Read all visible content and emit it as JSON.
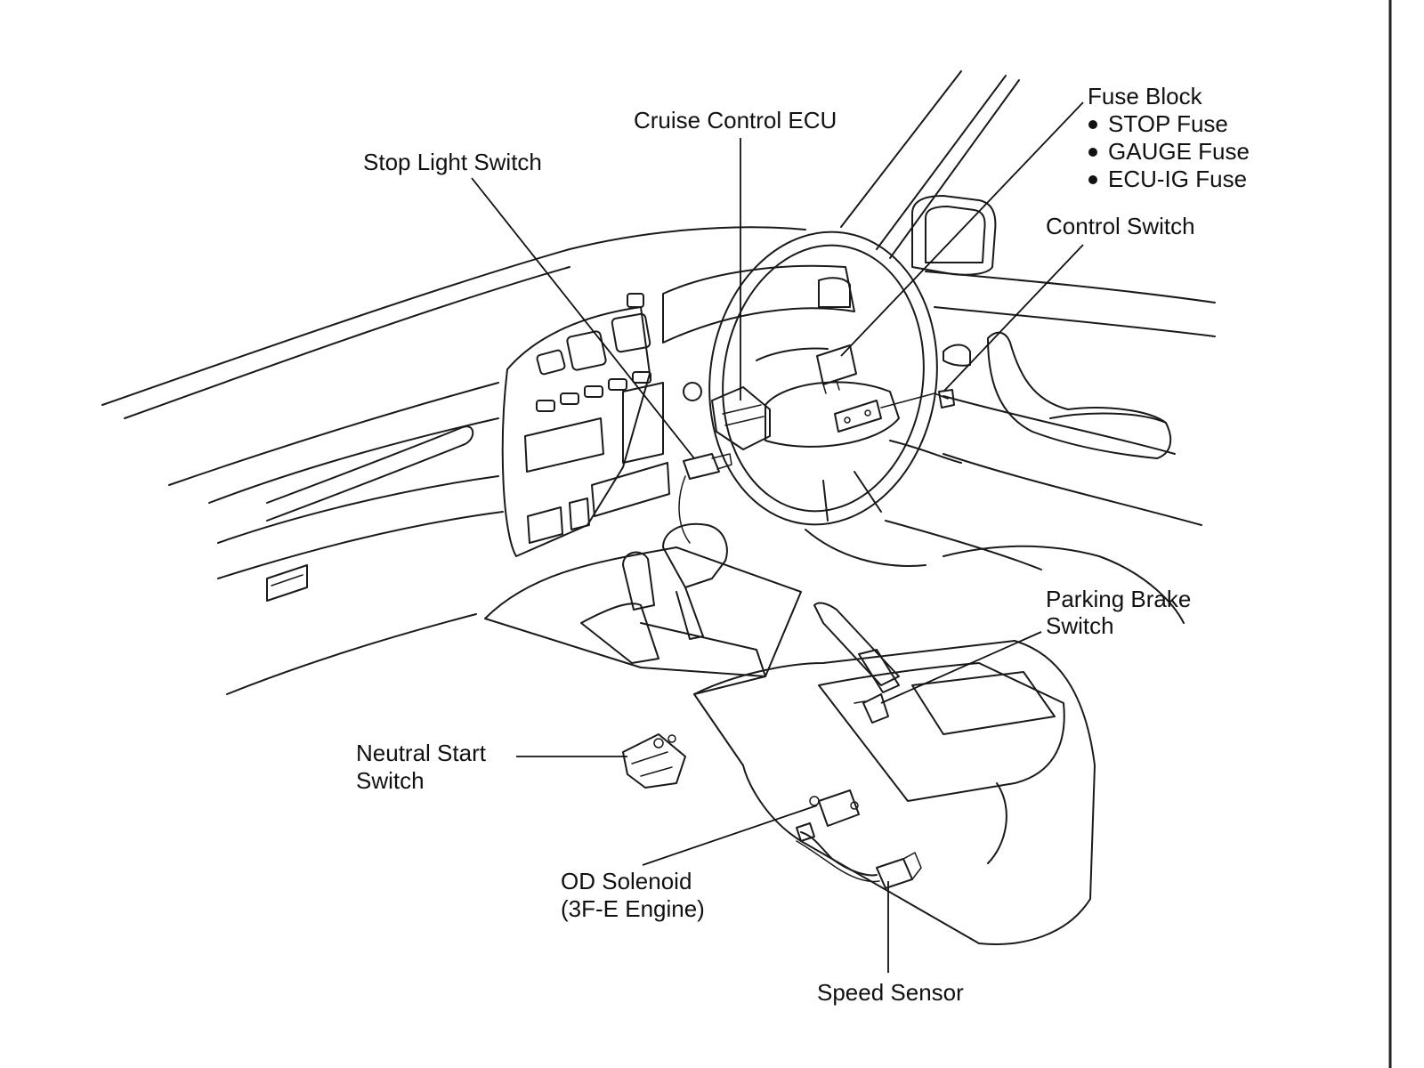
{
  "labels": {
    "cruise_control_ecu": "Cruise Control ECU",
    "stop_light_switch": "Stop Light Switch",
    "fuse_block": {
      "title": "Fuse Block",
      "items": [
        "STOP Fuse",
        "GAUGE Fuse",
        "ECU-IG Fuse"
      ]
    },
    "control_switch": "Control Switch",
    "parking_brake_switch": [
      "Parking Brake",
      "Switch"
    ],
    "neutral_start_switch": [
      "Neutral Start",
      "Switch"
    ],
    "od_solenoid": [
      "OD Solenoid",
      "(3F-E Engine)"
    ],
    "speed_sensor": "Speed Sensor"
  }
}
